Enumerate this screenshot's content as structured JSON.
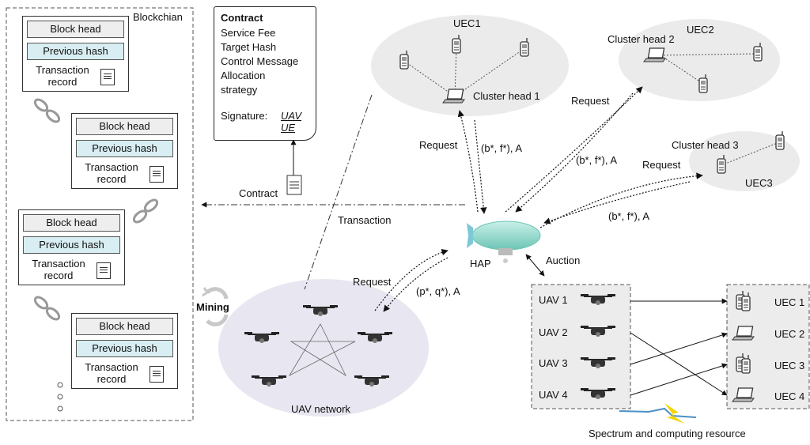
{
  "blockchain": {
    "title": "Blockchian",
    "block_head": "Block head",
    "previous_hash": "Previous hash",
    "record_line1": "Transaction",
    "record_line2": "record"
  },
  "contract": {
    "title": "Contract",
    "items": [
      "Service Fee",
      "Target Hash",
      "Control Message",
      "Allocation",
      "strategy"
    ],
    "signature_label": "Signature:",
    "sig_uav": "UAV",
    "sig_ue": "UE",
    "caption": "Contract"
  },
  "labels": {
    "transaction": "Transaction",
    "mining": "Mining",
    "uav_network": "UAV network",
    "hap": "HAP",
    "auction": "Auction",
    "uec1": "UEC1",
    "uec2": "UEC2",
    "uec3": "UEC3",
    "cluster_head_1": "Cluster head 1",
    "cluster_head_2": "Cluster head 2",
    "cluster_head_3": "Cluster head 3",
    "request": "Request",
    "bf_a": "(b*, f*), A",
    "pq_a": "(p*, q*), A",
    "spectrum": "Spectrum and computing resource"
  },
  "uavs": [
    "UAV 1",
    "UAV 2",
    "UAV 3",
    "UAV 4"
  ],
  "uecs": [
    "UEC 1",
    "UEC 2",
    "UEC 3",
    "UEC 4"
  ]
}
